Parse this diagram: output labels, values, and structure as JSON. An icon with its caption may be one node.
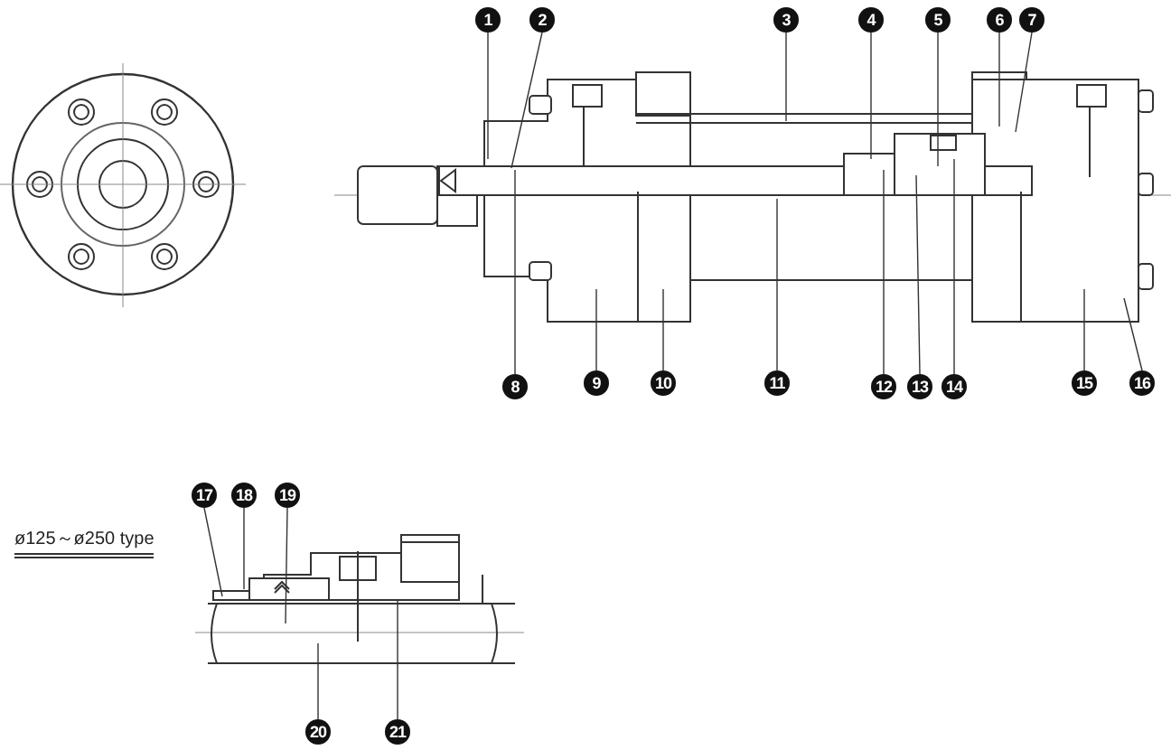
{
  "diagram": {
    "nodes": [
      {
        "text": [
          "1"
        ]
      },
      {
        "text": [
          "2"
        ]
      },
      {
        "text": [
          "3"
        ]
      },
      {
        "text": [
          "4"
        ]
      },
      {
        "text": [
          "5"
        ]
      },
      {
        "text": [
          "6"
        ]
      },
      {
        "text": [
          "7"
        ]
      },
      {
        "text": [
          "8"
        ]
      },
      {
        "text": [
          "9"
        ]
      },
      {
        "text": [
          "10"
        ]
      },
      {
        "text": [
          "11"
        ]
      },
      {
        "text": [
          "12"
        ]
      },
      {
        "text": [
          "13"
        ]
      },
      {
        "text": [
          "14"
        ]
      },
      {
        "text": [
          "15"
        ]
      },
      {
        "text": [
          "16"
        ]
      },
      {
        "text": [
          "17"
        ]
      },
      {
        "text": [
          "18"
        ]
      },
      {
        "text": [
          "19"
        ]
      },
      {
        "text": [
          "20"
        ]
      },
      {
        "text": [
          "21"
        ]
      }
    ],
    "edges": [
      {
        "from": 0,
        "to": null,
        "arrow": "none"
      },
      {
        "from": 1,
        "to": null,
        "arrow": "none"
      },
      {
        "from": 2,
        "to": null,
        "arrow": "none"
      },
      {
        "from": 3,
        "to": null,
        "arrow": "none"
      },
      {
        "from": 4,
        "to": null,
        "arrow": "none"
      },
      {
        "from": 5,
        "to": null,
        "arrow": "none"
      },
      {
        "from": 6,
        "to": null,
        "arrow": "none"
      },
      {
        "from": 7,
        "to": null,
        "arrow": "none"
      },
      {
        "from": 8,
        "to": null,
        "arrow": "none"
      },
      {
        "from": 9,
        "to": null,
        "arrow": "none"
      },
      {
        "from": 10,
        "to": null,
        "arrow": "none"
      },
      {
        "from": 11,
        "to": null,
        "arrow": "none"
      },
      {
        "from": 12,
        "to": null,
        "arrow": "none"
      },
      {
        "from": 13,
        "to": null,
        "arrow": "none"
      },
      {
        "from": 14,
        "to": null,
        "arrow": "none"
      },
      {
        "from": 15,
        "to": null,
        "arrow": "none"
      },
      {
        "from": 16,
        "to": null,
        "arrow": "none"
      },
      {
        "from": 17,
        "to": null,
        "arrow": "none"
      },
      {
        "from": 18,
        "to": null,
        "arrow": "none"
      },
      {
        "from": 19,
        "to": null,
        "arrow": "none"
      },
      {
        "from": 20,
        "to": null,
        "arrow": "none"
      }
    ],
    "labels": [
      "ø125～ø250 type"
    ]
  }
}
